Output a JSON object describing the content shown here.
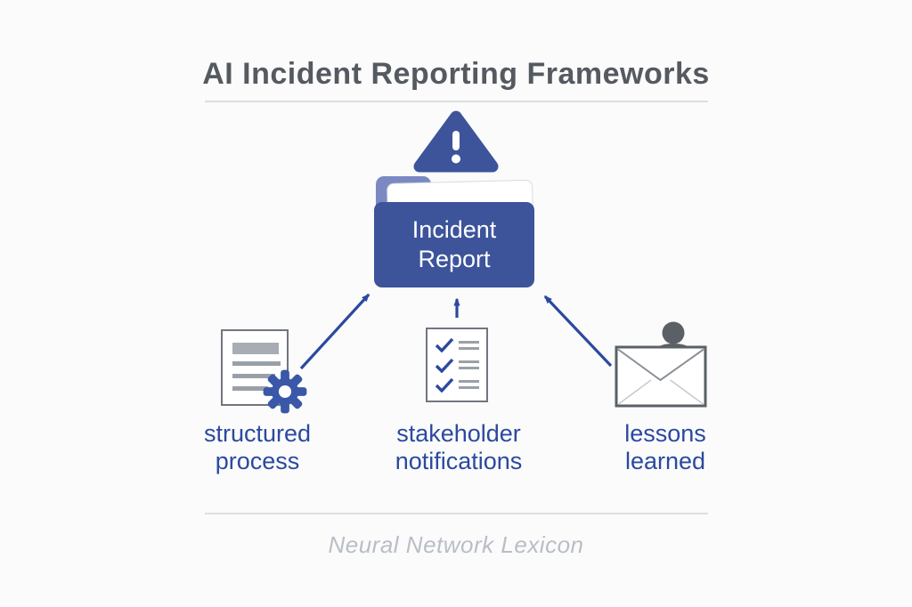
{
  "title": "AI Incident Reporting Frameworks",
  "diagram": {
    "central_node": {
      "label": "Incident\nReport",
      "icon": "warning-triangle-icon"
    },
    "source_nodes": [
      {
        "label": "structured\nprocess",
        "icon": "document-gear-icon"
      },
      {
        "label": "stakeholder\nnotifications",
        "icon": "checklist-icon"
      },
      {
        "label": "lessons\nlearned",
        "icon": "envelope-person-icon"
      }
    ]
  },
  "footer": {
    "caption": "Neural Network Lexicon"
  },
  "colors": {
    "primary_blue": "#3D549B",
    "accent_blue": "#2B499E",
    "tab_blue": "#7B89C3",
    "gear_blue": "#3A57A8",
    "icon_gray": "#70767E",
    "line_gray": "#9AA0A7",
    "person_gray": "#5A6066",
    "title_gray": "#555A61",
    "caption_gray": "#B9BEC5",
    "divider_gray": "#DBDEE1",
    "background": "#FBFBFC"
  }
}
